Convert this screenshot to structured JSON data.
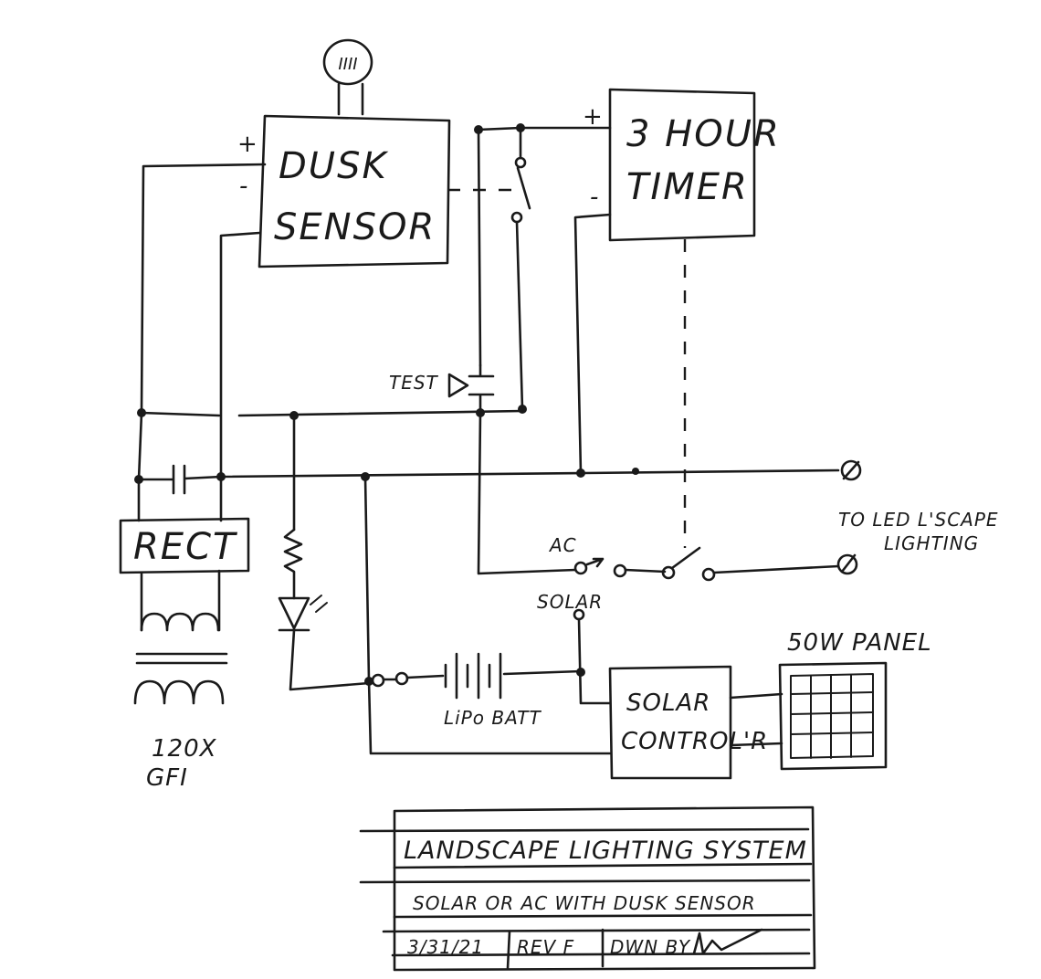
{
  "blocks": {
    "dusk_sensor": [
      "DUSK",
      "SENSOR"
    ],
    "timer": [
      "3 HOUR",
      "TIMER"
    ],
    "rectifier": "RECT",
    "solar_controller": [
      "SOLAR",
      "CONTROL'R"
    ],
    "photocell_symbol": "IIII"
  },
  "labels": {
    "plus": "+",
    "minus": "-",
    "test": "TEST",
    "ac": "AC",
    "solar": "SOLAR",
    "output": [
      "TO LED L'SCAPE",
      "LIGHTING"
    ],
    "battery": "LiPo BATT",
    "panel": "50W PANEL",
    "source": [
      "120X",
      "GFI"
    ]
  },
  "title_block": {
    "title": "LANDSCAPE LIGHTING SYSTEM",
    "subtitle": "SOLAR OR AC WITH DUSK SENSOR",
    "date": "3/31/21",
    "rev": "REV F",
    "drawn_by": "DWN BY"
  }
}
